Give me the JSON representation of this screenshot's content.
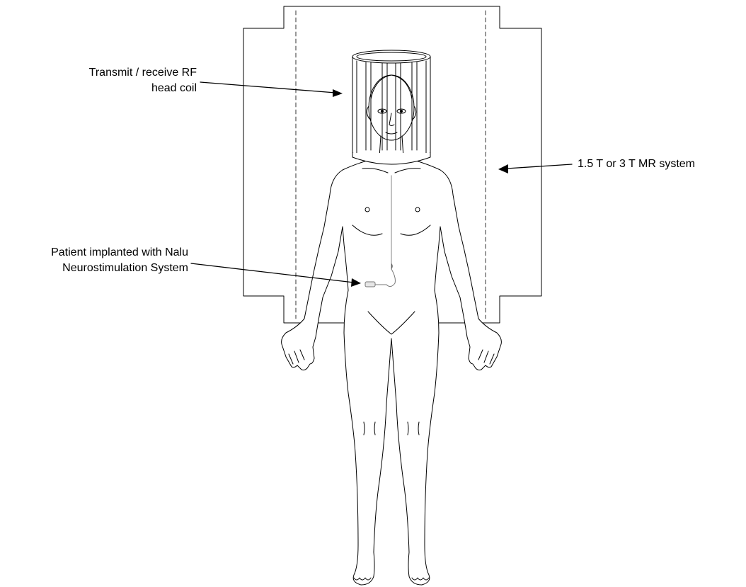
{
  "diagram": {
    "labels": {
      "head_coil": {
        "line1": "Transmit / receive RF",
        "line2": "head coil"
      },
      "mr_system": {
        "line1": "1.5 T or 3 T MR system"
      },
      "patient": {
        "line1": "Patient implanted with Nalu",
        "line2": "Neurostimulation System"
      }
    }
  }
}
